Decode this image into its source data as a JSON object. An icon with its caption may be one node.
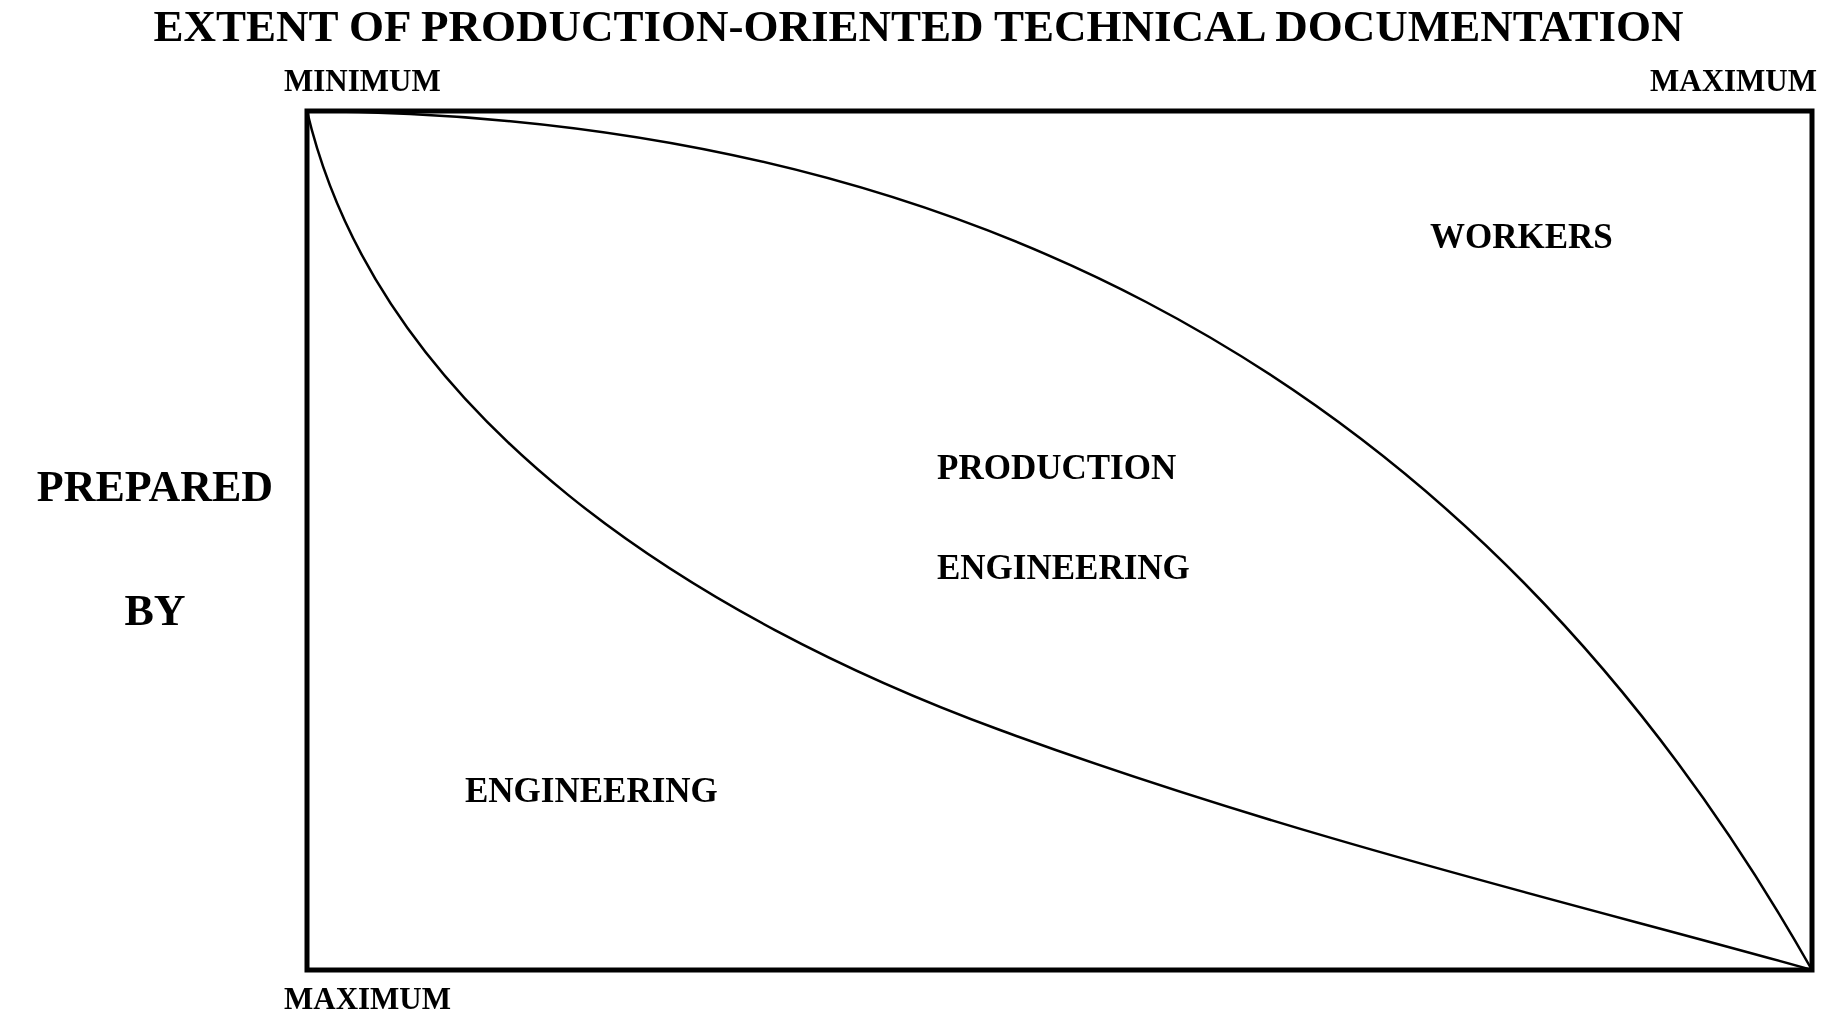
{
  "diagram": {
    "title": "EXTENT OF PRODUCTION-ORIENTED TECHNICAL DOCUMENTATION",
    "labels": [
      "MINIMUM",
      "MAXIMUM",
      "WORKERS",
      "PREPARED BY",
      "PRODUCTION ENGINEERING",
      "ENGINEERING",
      "MAXIMUM"
    ]
  }
}
